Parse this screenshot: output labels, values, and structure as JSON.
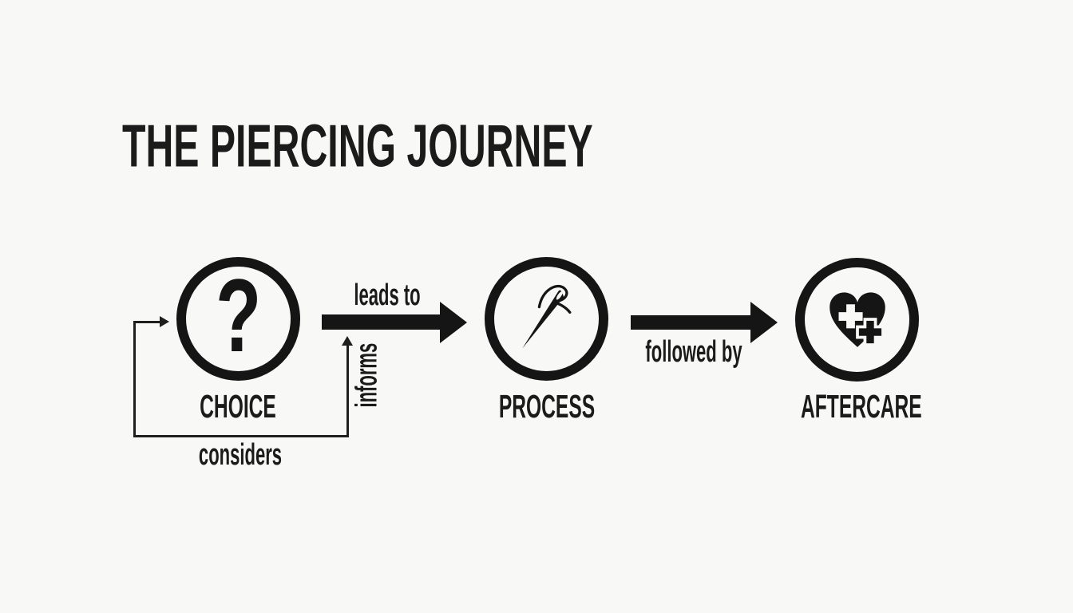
{
  "title": "THE PIERCING JOURNEY",
  "colors": {
    "background": "#f8f8f6",
    "ink": "#151515"
  },
  "nodes": [
    {
      "label": "CHOICE",
      "icon": "question-mark-icon",
      "icon_glyph": "?"
    },
    {
      "label": "PROCESS",
      "icon": "needle-icon"
    },
    {
      "label": "AFTERCARE",
      "icon": "heart-with-cross-icon"
    }
  ],
  "edges": [
    {
      "from": "CHOICE",
      "to": "PROCESS",
      "label": "leads to"
    },
    {
      "from": "PROCESS",
      "to": "AFTERCARE",
      "label": "followed by"
    },
    {
      "from": "CHOICE",
      "to": "CHOICE",
      "label": "considers"
    },
    {
      "from": "CHOICE",
      "to": "leads to",
      "label": "informs"
    }
  ]
}
